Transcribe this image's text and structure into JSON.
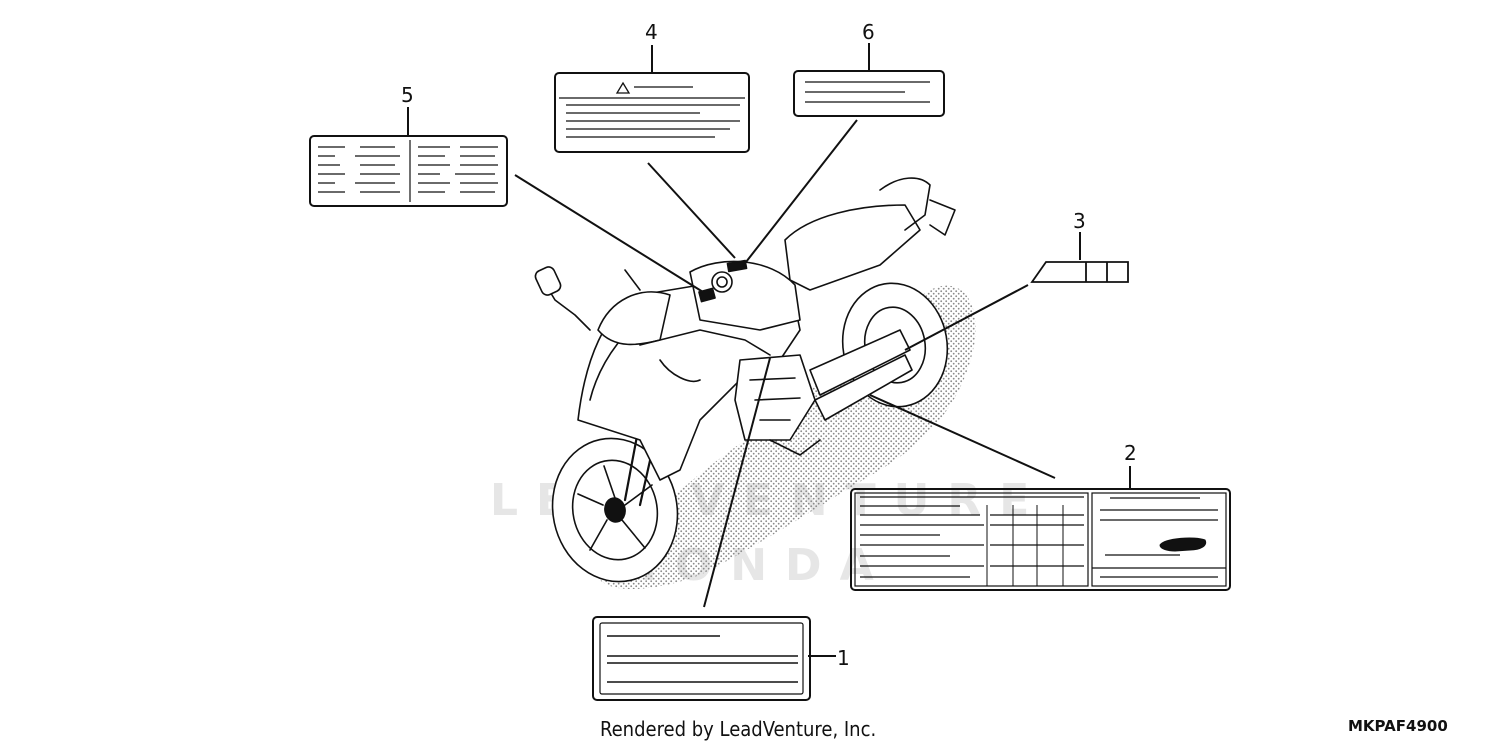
{
  "watermark": {
    "line1": "LEADVENTURE",
    "line2": "HONDA"
  },
  "callouts": [
    {
      "id": "1",
      "label": "1"
    },
    {
      "id": "2",
      "label": "2"
    },
    {
      "id": "3",
      "label": "3"
    },
    {
      "id": "4",
      "label": "4"
    },
    {
      "id": "5",
      "label": "5"
    },
    {
      "id": "6",
      "label": "6"
    }
  ],
  "footer": {
    "rendered_by": "Rendered by LeadVenture, Inc.",
    "diagram_code": "MKPAF4900"
  },
  "colors": {
    "ink": "#111111",
    "stipple": "#9a9a9a",
    "watermark": "#e6e6e6"
  },
  "icons": {
    "warning_symbol": "warning-triangle-icon"
  }
}
